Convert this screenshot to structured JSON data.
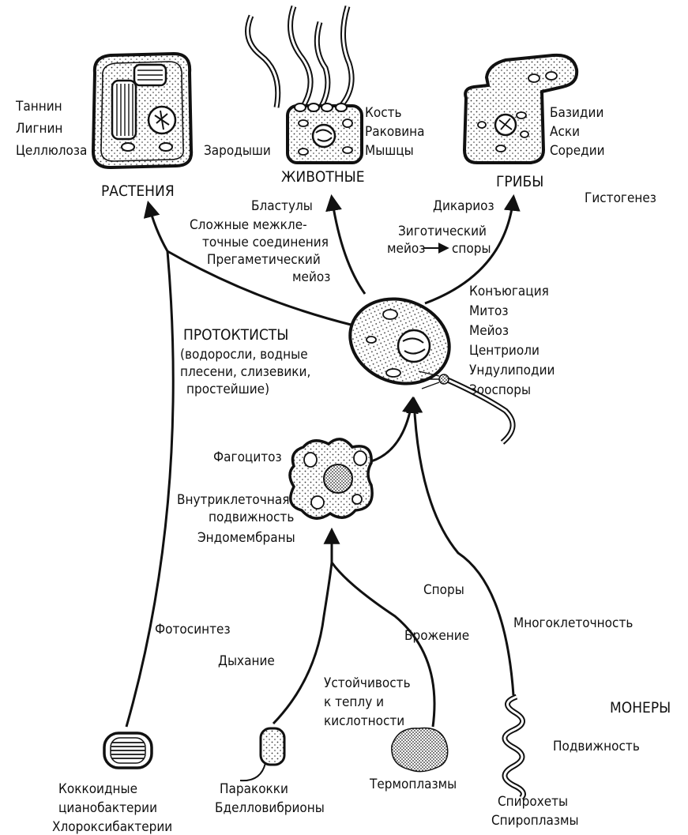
{
  "groups": {
    "plants": "РАСТЕНИЯ",
    "animals": "ЖИВОТНЫЕ",
    "fungi": "ГРИБЫ",
    "protoctists": [
      "ПРОТОКТИСТЫ",
      "(водоросли, водные",
      "плесени, слизевики,",
      "простейшие)"
    ],
    "monera": "МОНЕРЫ"
  },
  "plant_features": [
    "Таннин",
    "Лигнин",
    "Целлюлоза"
  ],
  "animal_features": [
    "Кость",
    "Раковина",
    "Мышцы"
  ],
  "animal_embryo": "Зародыши",
  "fungi_features": [
    "Базидии",
    "Аски",
    "Соредии"
  ],
  "histogenesis": "Гистогенез",
  "animal_path": [
    "Бластулы",
    "Сложные межкле-",
    "точные соединения",
    "Прегаметический",
    "мейоз"
  ],
  "fungi_path": [
    "Дикариоз",
    "Зиготический",
    "мейоз",
    "споры"
  ],
  "protist_features": [
    "Конъюгация",
    "Митоз",
    "Мейоз",
    "Центриоли",
    "Ундулиподии",
    "Зооспоры"
  ],
  "amoeboid_features": [
    "Фагоцитоз",
    "Внутриклеточная",
    "подвижность",
    "Эндомембраны"
  ],
  "process_labels": {
    "spores": "Споры",
    "multicellularity": "Многоклеточность",
    "fermentation": "Брожение",
    "photosynthesis": "Фотосинтез",
    "respiration": "Дыхание",
    "heat_acid": [
      "Устойчивость",
      "к теплу и",
      "кислотности"
    ],
    "motility": "Подвижность"
  },
  "bacteria": {
    "coccoid": [
      "Коккоидные",
      "цианобактерии",
      "Хлороксибактерии"
    ],
    "paracocci": [
      "Паракокки",
      "Бделловибрионы"
    ],
    "thermoplasma": "Термоплазмы",
    "spirochetes": [
      "Спирохеты",
      "Спироплазмы"
    ]
  }
}
